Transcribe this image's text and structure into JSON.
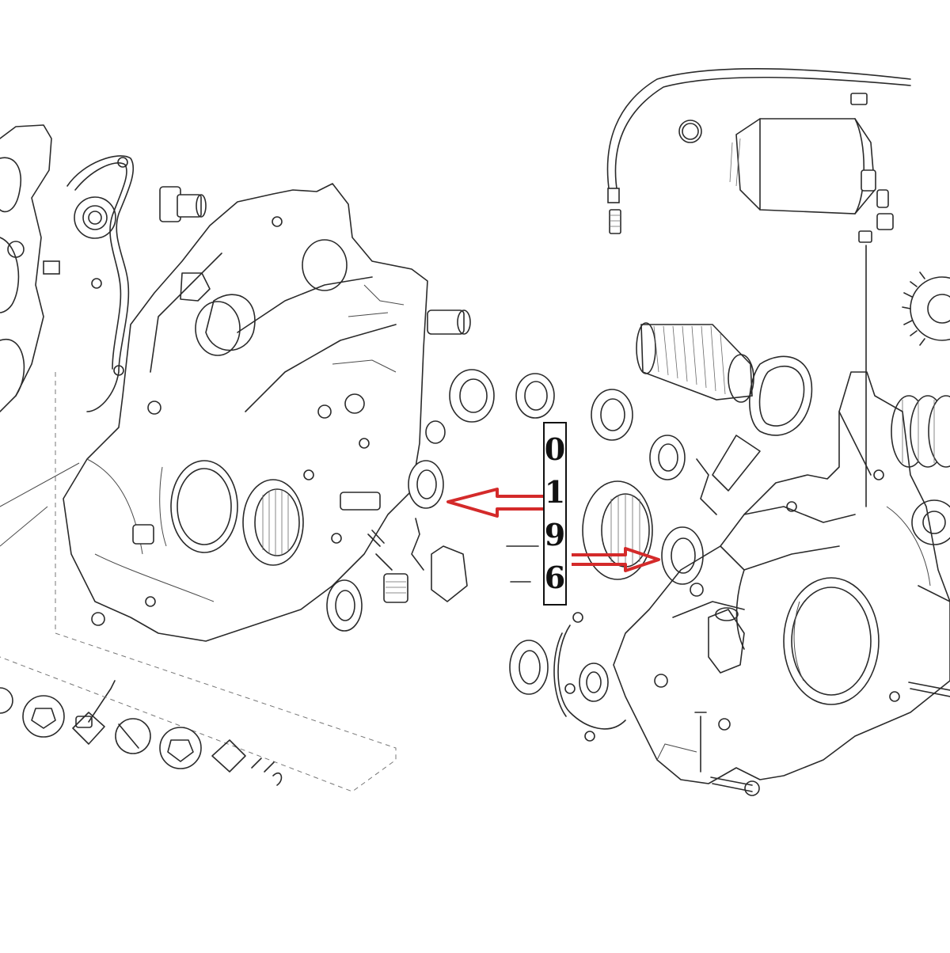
{
  "diagram": {
    "kind": "exploded-parts-view",
    "accent_color": "#d42a2a",
    "line_color": "#2a2a2a"
  },
  "callout": {
    "digits": [
      "0",
      "1",
      "9",
      "6"
    ]
  }
}
